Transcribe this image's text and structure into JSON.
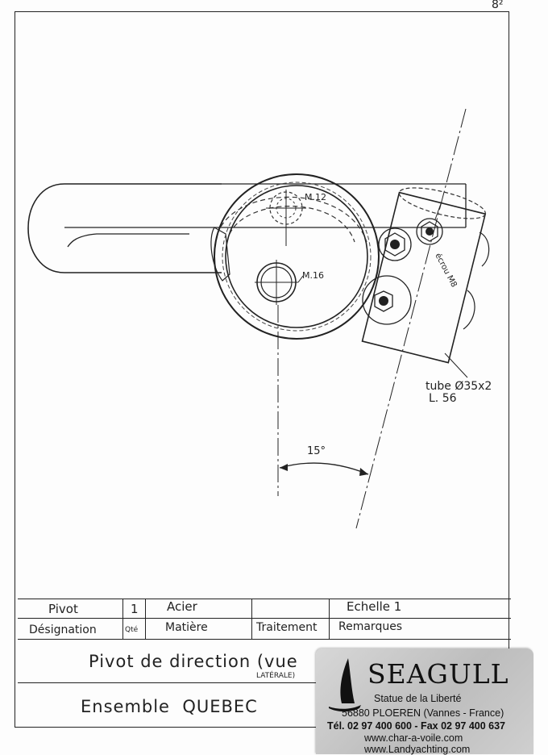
{
  "page_number": "8²",
  "labels": {
    "m12": "M.12",
    "m16": "M.16",
    "nut": "écrou M8",
    "tube_line1": "tube Ø35x2",
    "tube_line2": "L. 56",
    "angle": "15°"
  },
  "title_block": {
    "row1": {
      "designation": "Pivot",
      "qty": "1",
      "material": "Acier",
      "treatment": "",
      "remarks": "Echelle 1"
    },
    "headers": {
      "designation": "Désignation",
      "qty": "Qté",
      "material": "Matière",
      "treatment": "Traitement",
      "remarks": "Remarques"
    },
    "drawing_title": "Pivot de direction (vue",
    "drawing_title_sub": "LATÉRALE)",
    "assembly": "Ensemble  QUEBEC"
  },
  "card": {
    "brand": "SEAGULL",
    "line1": "Statue de la Liberté",
    "line2": "56880 PLOEREN (Vannes - France)",
    "line3": "Tél. 02 97 400 600 - Fax 02 97 400 637",
    "line4": "www.char-a-voile.com",
    "line5": "www.Landyachting.com"
  }
}
